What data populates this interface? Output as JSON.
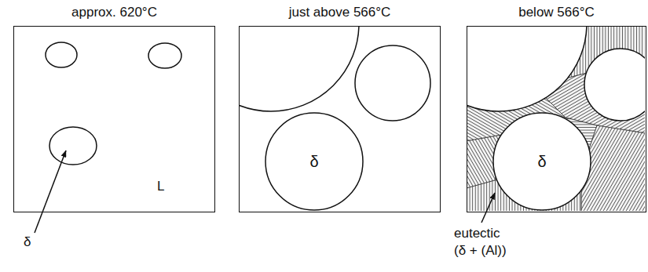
{
  "diagram": {
    "nodes": [
      {
        "text": [
          "approx. 620°C",
          "L"
        ]
      },
      {
        "text": [
          "just above 566°C"
        ]
      },
      {
        "text": [
          "δ"
        ],
        "in": 1
      },
      {
        "text": [
          "below 566°C"
        ]
      },
      {
        "text": [
          "δ"
        ],
        "in": 3
      }
    ],
    "labels": [
      "δ",
      "eutectic (δ + (Al))"
    ]
  }
}
